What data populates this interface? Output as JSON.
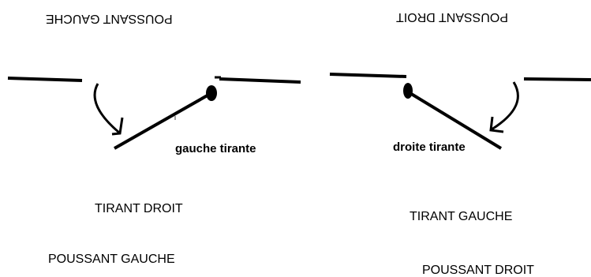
{
  "left_panel": {
    "top_label_inverted": "POUSSANT GAUCHE",
    "hinge_label": "gauche tirante",
    "lower_label_1": "TIRANT DROIT",
    "lower_label_2": "POUSSANT GAUCHE"
  },
  "right_panel": {
    "top_label_inverted": "POUSSANT DROIT",
    "hinge_label": "droite tirante",
    "lower_label_1": "TIRANT GAUCHE",
    "lower_label_2": "POUSSANT DROIT"
  },
  "colors": {
    "ink": "#000000",
    "background": "#ffffff"
  }
}
